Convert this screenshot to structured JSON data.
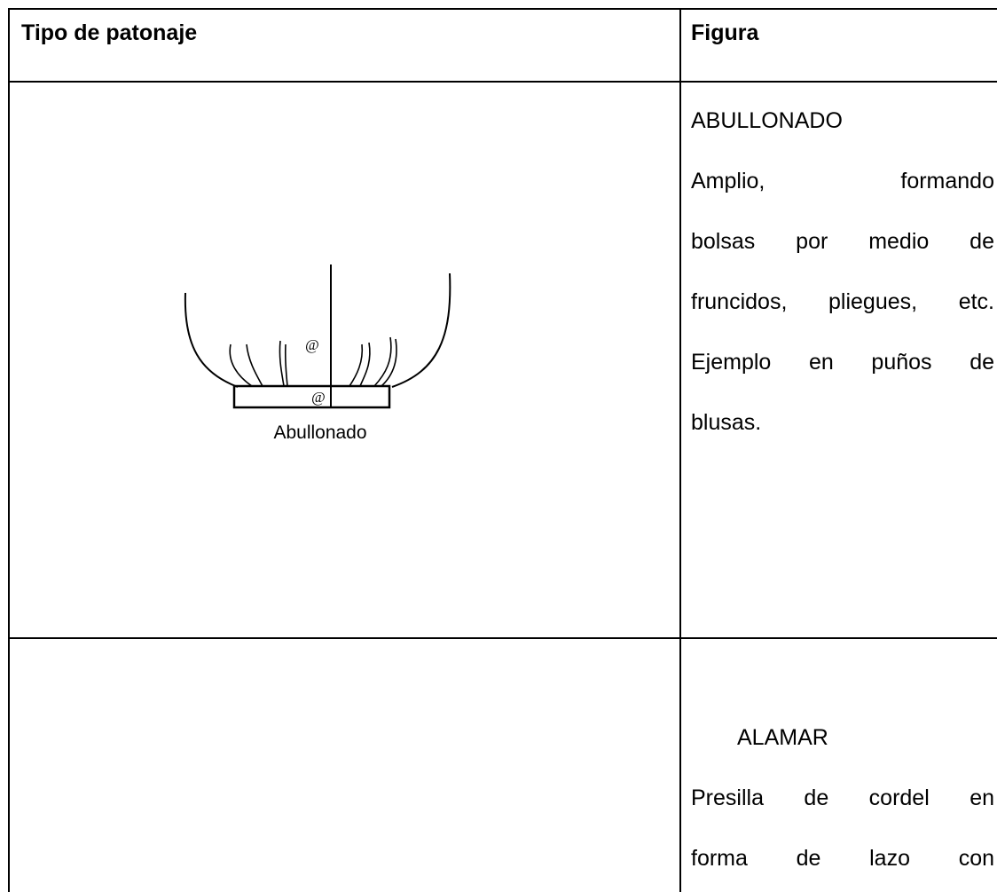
{
  "table": {
    "headers": {
      "col1": "Tipo de patonaje",
      "col2": "Figura"
    },
    "rows": [
      {
        "figure_caption": "Abullonado",
        "title": "ABULLONADO",
        "description_lines": [
          "Amplio, formando",
          "bolsas por medio de",
          "fruncidos, pliegues, etc.",
          "Ejemplo en puños de",
          "blusas."
        ],
        "figure_marks": [
          "@",
          "@"
        ]
      },
      {
        "title": "ALAMAR",
        "description_lines": [
          "Presilla de cordel en",
          "forma de lazo con"
        ]
      }
    ]
  },
  "colors": {
    "border": "#000000",
    "text": "#000000",
    "background": "#ffffff"
  }
}
